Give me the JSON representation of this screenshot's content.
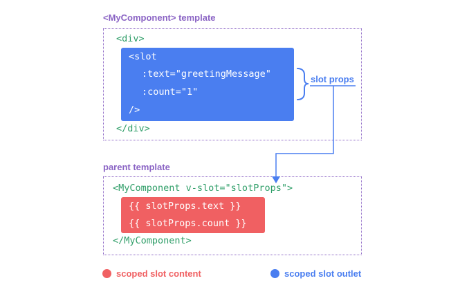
{
  "colors": {
    "purple": "#8a63c4",
    "green": "#2f9e68",
    "blue": "#4a7ef0",
    "red": "#f06062",
    "white": "#ffffff"
  },
  "top_section": {
    "label": "<MyComponent> template",
    "code_lines": {
      "div_open": "<div>",
      "slot_open": "<slot",
      "prop_text": ":text=\"greetingMessage\"",
      "prop_count": ":count=\"1\"",
      "slot_close": "/>",
      "div_close": "</div>"
    },
    "callout": "slot props"
  },
  "bottom_section": {
    "label": "parent template",
    "code_lines": {
      "component_open": "<MyComponent v-slot=\"slotProps\">",
      "expr_text": "{{ slotProps.text }}",
      "expr_count": "{{ slotProps.count }}",
      "component_close": "</MyComponent>"
    }
  },
  "legend": {
    "content_label": "scoped slot content",
    "outlet_label": "scoped slot outlet"
  }
}
